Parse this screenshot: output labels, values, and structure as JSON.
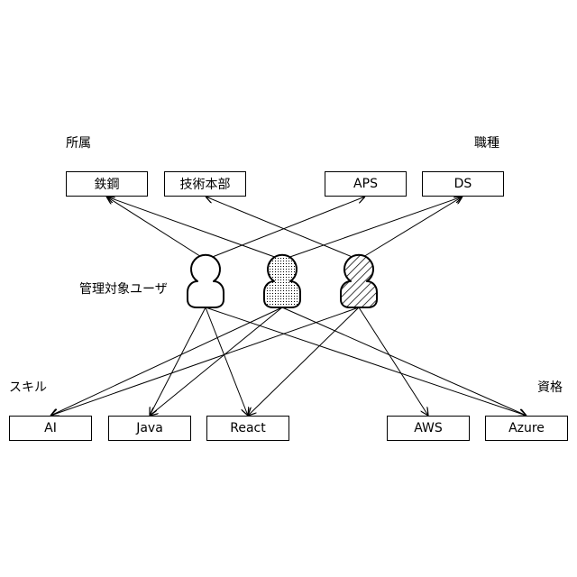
{
  "groups": {
    "affiliation": "所属",
    "job_type": "職種",
    "managed_users": "管理対象ユーザ",
    "skills": "スキル",
    "qualifications": "資格"
  },
  "nodes": {
    "tekko": "鉄鋼",
    "gijutsu": "技術本部",
    "aps": "APS",
    "ds": "DS",
    "ai": "AI",
    "java": "Java",
    "react": "React",
    "aws": "AWS",
    "azure": "Azure"
  },
  "users": [
    {
      "pattern": "plain"
    },
    {
      "pattern": "dotted"
    },
    {
      "pattern": "hatched"
    }
  ],
  "connections": [
    {
      "from": "user1",
      "to": "tekko"
    },
    {
      "from": "user1",
      "to": "aps"
    },
    {
      "from": "user1",
      "to": "java"
    },
    {
      "from": "user1",
      "to": "react"
    },
    {
      "from": "user1",
      "to": "azure"
    },
    {
      "from": "user2",
      "to": "tekko"
    },
    {
      "from": "user2",
      "to": "ds"
    },
    {
      "from": "user2",
      "to": "ai"
    },
    {
      "from": "user2",
      "to": "java"
    },
    {
      "from": "user2",
      "to": "azure"
    },
    {
      "from": "user3",
      "to": "gijutsu"
    },
    {
      "from": "user3",
      "to": "ds"
    },
    {
      "from": "user3",
      "to": "ai"
    },
    {
      "from": "user3",
      "to": "react"
    },
    {
      "from": "user3",
      "to": "aws"
    }
  ]
}
